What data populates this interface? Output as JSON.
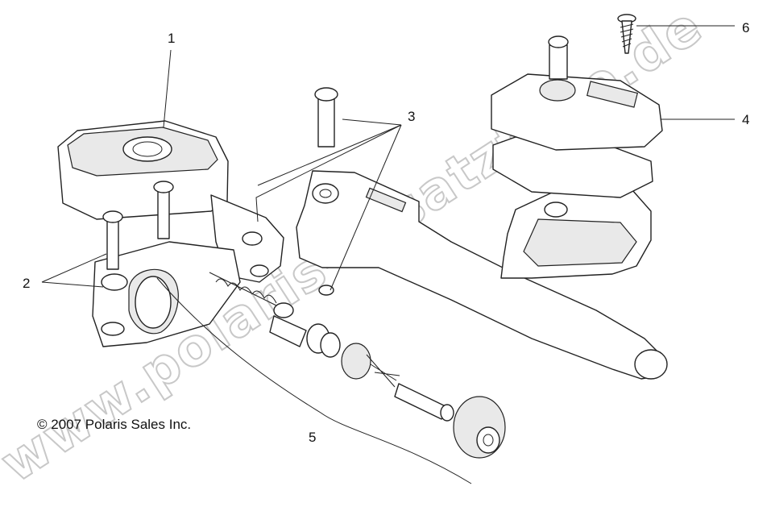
{
  "watermark_text": "www.polaris-ersatzteile.de",
  "copyright": "© 2007 Polaris Sales Inc.",
  "callouts": [
    {
      "id": "1",
      "text": "1"
    },
    {
      "id": "2",
      "text": "2"
    },
    {
      "id": "3",
      "text": "3"
    },
    {
      "id": "4",
      "text": "4"
    },
    {
      "id": "5",
      "text": "5"
    },
    {
      "id": "6",
      "text": "6"
    }
  ]
}
